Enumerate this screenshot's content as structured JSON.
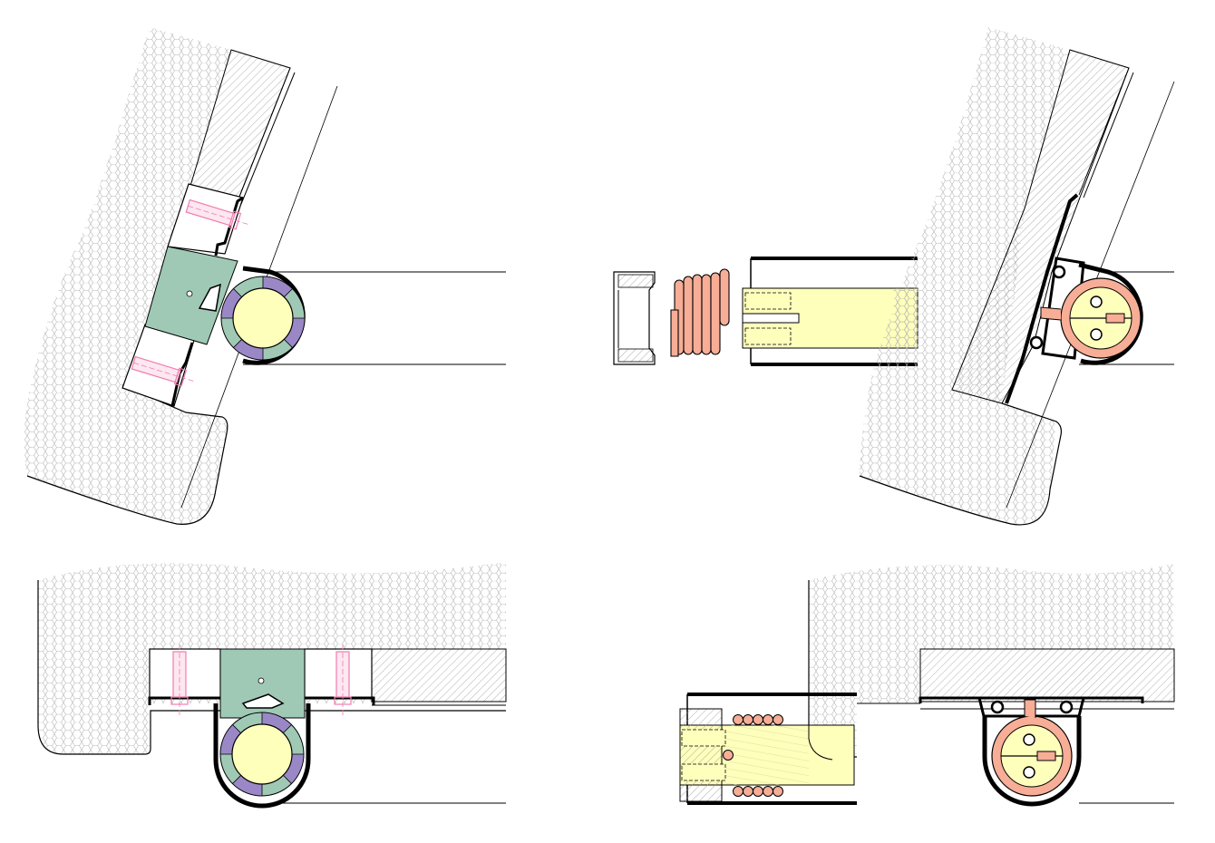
{
  "colors": {
    "background": "#ffffff",
    "foam_fill": "#ffffff",
    "foam_hex_stroke": "#b5b5b5",
    "profile_black": "#000000",
    "mount_block_green": "#9fc9b5",
    "ring_purple": "#9a88c6",
    "ring_green": "#9fc9b5",
    "shaft_yellow": "#ffffbc",
    "spring_salmon": "#f7ad96",
    "screw_pink": "#f07db0",
    "screw_pale": "#fde7f0",
    "hatch_grey": "#9a9a9a"
  },
  "views": [
    {
      "name": "angled-hinge-section-ring"
    },
    {
      "name": "exploded-spring-assembly"
    },
    {
      "name": "angled-hinge-section-spring"
    },
    {
      "name": "flat-hinge-section-ring"
    },
    {
      "name": "spring-assembly-section"
    },
    {
      "name": "flat-hinge-section-spring"
    }
  ]
}
